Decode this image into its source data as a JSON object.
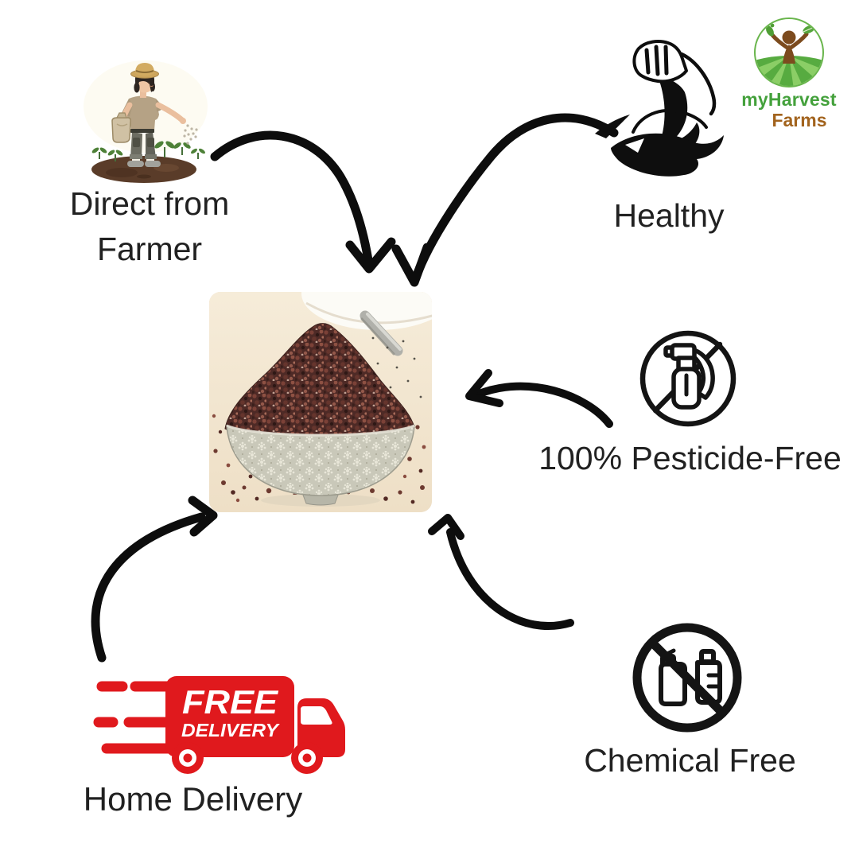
{
  "brand": {
    "name": "myHarvest",
    "suffix": "Farms",
    "logo_icon": "farmer-in-green-field-logo"
  },
  "features": {
    "direct_from_farmer": {
      "label": "Direct from\nFarmer",
      "icon": "farmer-sowing-illustration"
    },
    "healthy": {
      "label": "Healthy",
      "icon": "flexed-bicep-icon"
    },
    "pesticide_free": {
      "label": "100% Pesticide-Free",
      "icon": "no-pesticide-spray-icon"
    },
    "chemical_free": {
      "label": "Chemical Free",
      "icon": "no-chemical-bottles-icon"
    },
    "home_delivery": {
      "label": "Home Delivery",
      "icon": "free-delivery-truck-icon",
      "truck_badge": {
        "line1": "FREE",
        "line2": "DELIVERY"
      }
    }
  },
  "colors": {
    "text": "#212121",
    "arrow": "#0d0d0d",
    "truck_red": "#e0191d",
    "brand_green": "#44a13c",
    "brand_brown": "#a2631d",
    "icon_stroke": "#141414"
  }
}
